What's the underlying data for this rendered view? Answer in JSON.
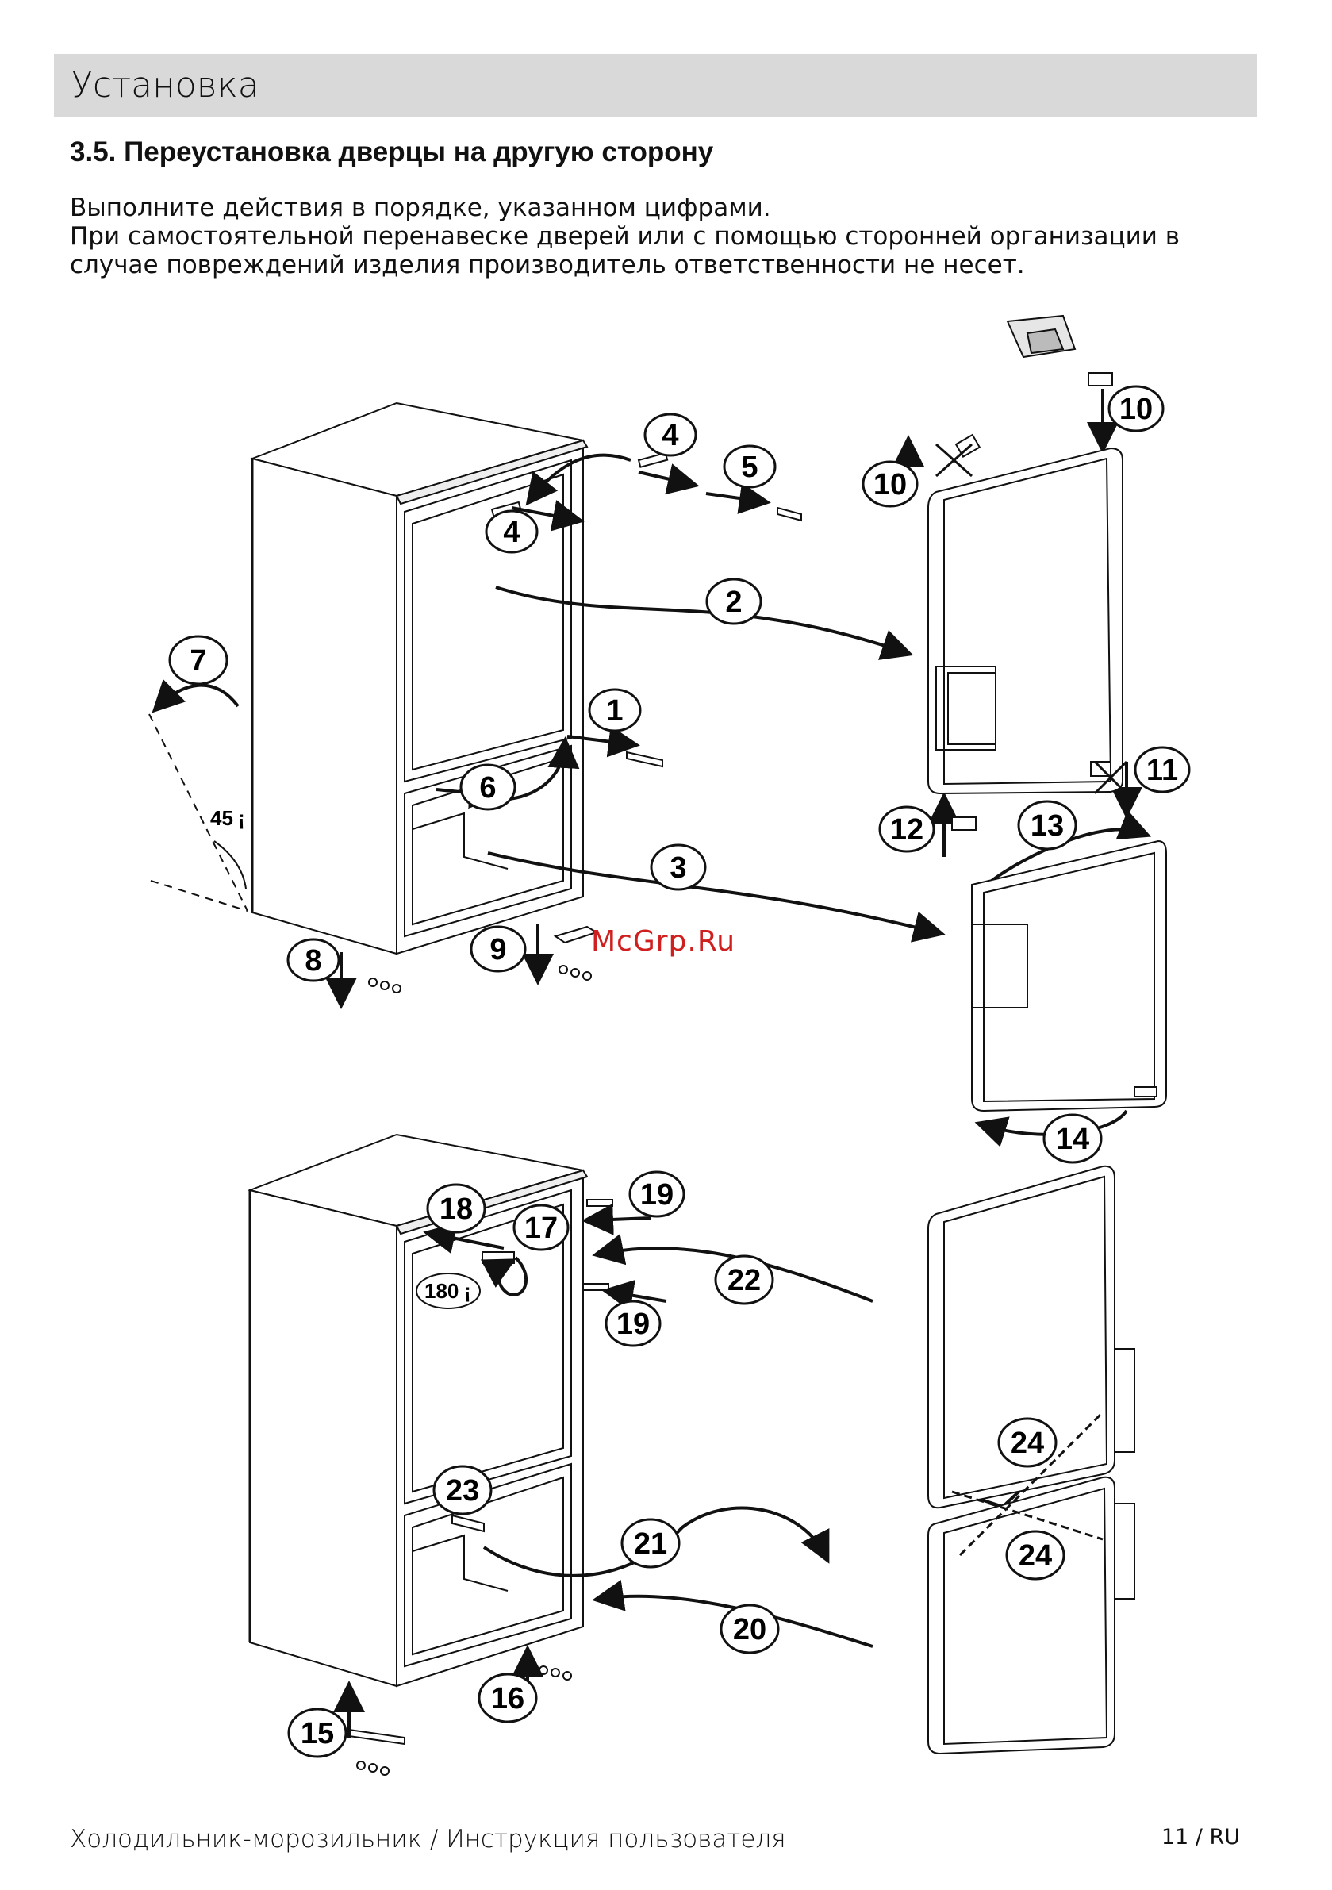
{
  "header": {
    "title": "Установка"
  },
  "section": {
    "title": "3.5. Переустановка дверцы на другую сторону"
  },
  "intro": {
    "line1": "Выполните действия в порядке, указанном цифрами.",
    "line2": "При самостоятельной перенавеске дверей или с помощью сторонней организации в",
    "line3": "случае повреждений изделия  производитель ответственности не несет."
  },
  "diagram": {
    "angle_label": "45",
    "rotation_label": "180",
    "watermark": "McGrp.Ru",
    "steps": [
      "1",
      "2",
      "3",
      "4",
      "4",
      "5",
      "6",
      "7",
      "8",
      "9",
      "10",
      "10",
      "11",
      "12",
      "13",
      "14",
      "15",
      "16",
      "17",
      "18",
      "19",
      "19",
      "20",
      "21",
      "22",
      "23",
      "24",
      "24"
    ]
  },
  "footer": {
    "left": "Холодильник-морозильник / Инструкция пользователя",
    "right": "11 / RU"
  }
}
